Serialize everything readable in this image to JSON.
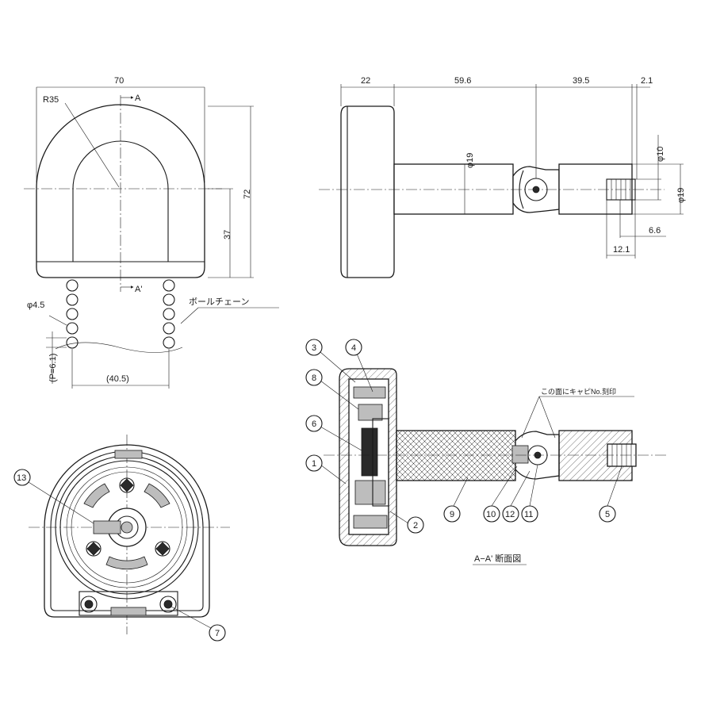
{
  "dimensions": {
    "width_70": "70",
    "radius": "R35",
    "height_72": "72",
    "height_37": "37",
    "chain_diameter": "φ4.5",
    "chain_pitch": "(P=6.1)",
    "chain_span": "(40.5)",
    "side_22": "22",
    "side_59_6": "59.6",
    "side_39_5": "39.5",
    "side_2_1": "2.1",
    "shaft_dia_19": "φ19",
    "tip_dia_10": "φ10",
    "tip_dia_19": "φ19",
    "tip_6_6": "6.6",
    "tip_12_1": "12.1"
  },
  "section_marks": {
    "a": "A",
    "a_prime": "A'"
  },
  "labels": {
    "ball_chain": "ボールチェーン",
    "cap_note": "この面にキャピNo.刻印",
    "section_title": "A−A' 断面図"
  },
  "part_numbers": {
    "p1": "1",
    "p2": "2",
    "p3": "3",
    "p4": "4",
    "p5": "5",
    "p6": "6",
    "p7": "7",
    "p8": "8",
    "p9": "9",
    "p10": "10",
    "p11": "11",
    "p12": "12",
    "p13": "13"
  }
}
